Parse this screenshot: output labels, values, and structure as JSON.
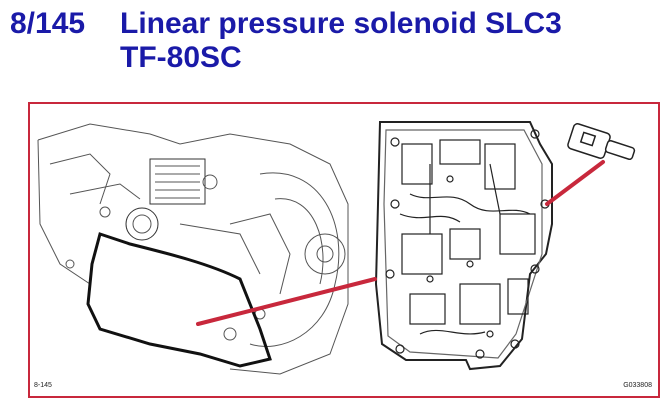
{
  "slide": {
    "number": "8/145",
    "title_lines": [
      "Linear pressure solenoid SLC3",
      "TF-80SC"
    ]
  },
  "figure": {
    "caption_left": "8-145",
    "caption_right": "G033808",
    "frame_color": "#c8283c",
    "pointer_color": "#c8283c",
    "title_color": "#1a1aa8"
  }
}
